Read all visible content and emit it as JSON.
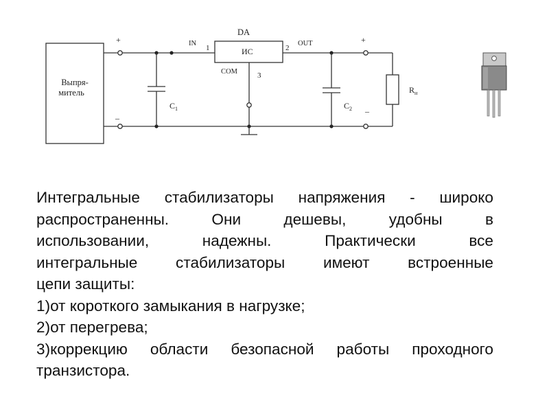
{
  "diagram": {
    "rectifier_label_line1": "Выпря-",
    "rectifier_label_line2": "митель",
    "plus_symbol": "+",
    "minus_symbol": "–",
    "ic_designator": "DA",
    "ic_label": "ИС",
    "pin_in_label": "IN",
    "pin_in_number": "1",
    "pin_out_label": "OUT",
    "pin_out_number": "2",
    "pin_com_label": "COM",
    "pin_com_number": "3",
    "c1_label": "C",
    "c1_sub": "1",
    "c2_label": "C",
    "c2_sub": "2",
    "load_label": "R",
    "load_sub": "н"
  },
  "text": {
    "paragraph_lines": [
      "Интегральные стабилизаторы напряжения - широко",
      "распространенны. Они дешевы, удобны в",
      "использовании, надежны. Практически все",
      "интегральные стабилизаторы имеют встроенные"
    ],
    "paragraph_last": "цепи защиты:",
    "items": [
      "1)от короткого замыкания в нагрузке;",
      "2)от перегрева;",
      "3)коррекцию области безопасной работы проходного"
    ],
    "items_last": "транзистора."
  }
}
